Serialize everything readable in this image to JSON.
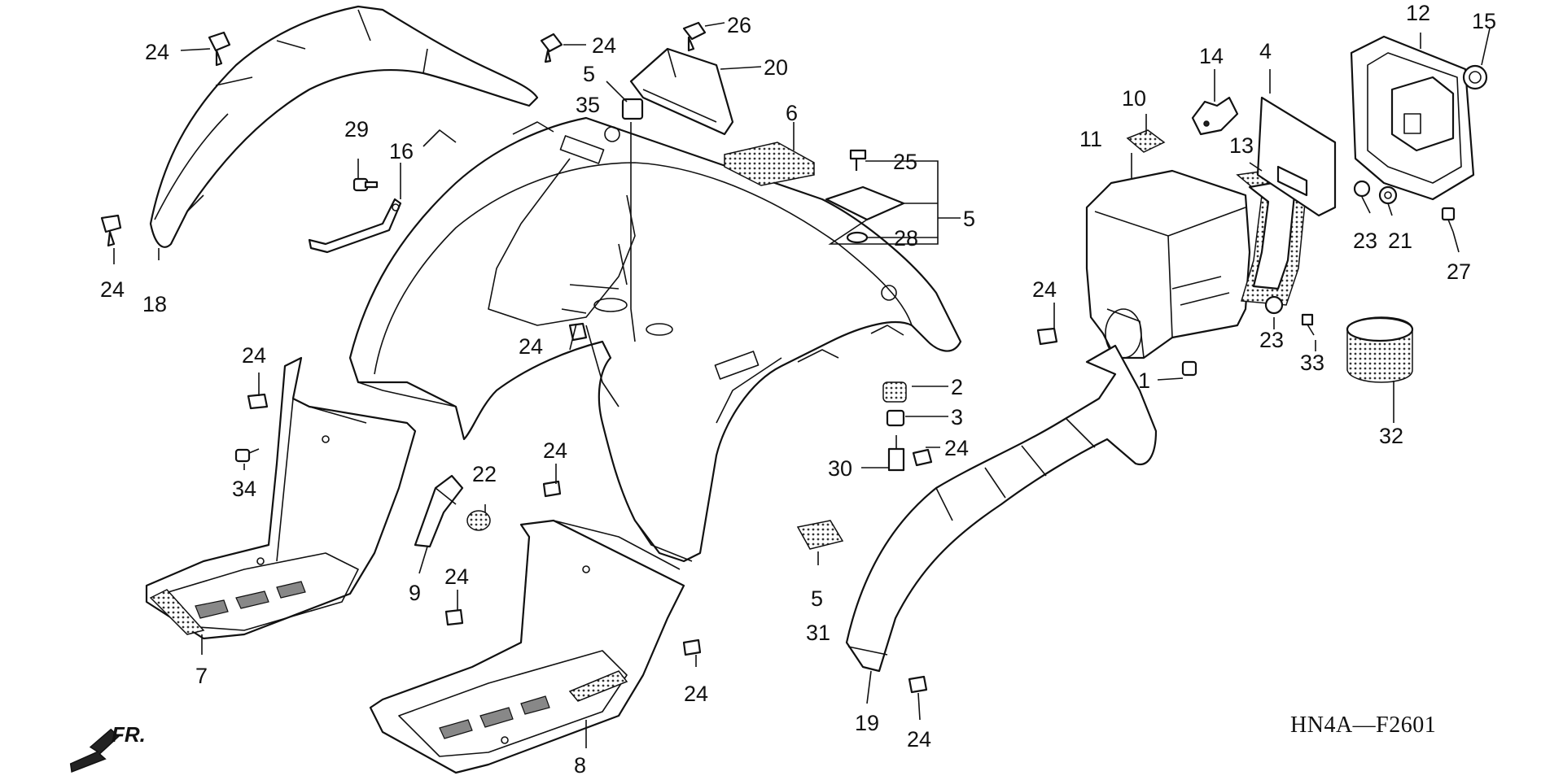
{
  "diagram": {
    "code": "HN4A—F2601",
    "front_label": "FR.",
    "callouts": [
      {
        "id": "c24a",
        "text": "24"
      },
      {
        "id": "c24b",
        "text": "24"
      },
      {
        "id": "c26",
        "text": "26"
      },
      {
        "id": "c20",
        "text": "20"
      },
      {
        "id": "c5a",
        "text": "5"
      },
      {
        "id": "c35",
        "text": "35"
      },
      {
        "id": "c6",
        "text": "6"
      },
      {
        "id": "c29",
        "text": "29"
      },
      {
        "id": "c16",
        "text": "16"
      },
      {
        "id": "c24c",
        "text": "24"
      },
      {
        "id": "c18",
        "text": "18"
      },
      {
        "id": "c25",
        "text": "25"
      },
      {
        "id": "c5b",
        "text": "5"
      },
      {
        "id": "c28",
        "text": "28"
      },
      {
        "id": "c10",
        "text": "10"
      },
      {
        "id": "c11",
        "text": "11"
      },
      {
        "id": "c14",
        "text": "14"
      },
      {
        "id": "c4",
        "text": "4"
      },
      {
        "id": "c13",
        "text": "13"
      },
      {
        "id": "c12",
        "text": "12"
      },
      {
        "id": "c15",
        "text": "15"
      },
      {
        "id": "c23a",
        "text": "23"
      },
      {
        "id": "c21",
        "text": "21"
      },
      {
        "id": "c27",
        "text": "27"
      },
      {
        "id": "c24d",
        "text": "24"
      },
      {
        "id": "c23b",
        "text": "23"
      },
      {
        "id": "c33",
        "text": "33"
      },
      {
        "id": "c1",
        "text": "1"
      },
      {
        "id": "c32",
        "text": "32"
      },
      {
        "id": "c24e",
        "text": "24"
      },
      {
        "id": "c24f",
        "text": "24"
      },
      {
        "id": "c34",
        "text": "34"
      },
      {
        "id": "c2",
        "text": "2"
      },
      {
        "id": "c3",
        "text": "3"
      },
      {
        "id": "c24g",
        "text": "24"
      },
      {
        "id": "c30",
        "text": "30"
      },
      {
        "id": "c24h",
        "text": "24"
      },
      {
        "id": "c22",
        "text": "22"
      },
      {
        "id": "c9",
        "text": "9"
      },
      {
        "id": "c24i",
        "text": "24"
      },
      {
        "id": "c5c",
        "text": "5"
      },
      {
        "id": "c31",
        "text": "31"
      },
      {
        "id": "c7",
        "text": "7"
      },
      {
        "id": "c24j",
        "text": "24"
      },
      {
        "id": "c19",
        "text": "19"
      },
      {
        "id": "c24k",
        "text": "24"
      },
      {
        "id": "c8",
        "text": "8"
      }
    ]
  }
}
